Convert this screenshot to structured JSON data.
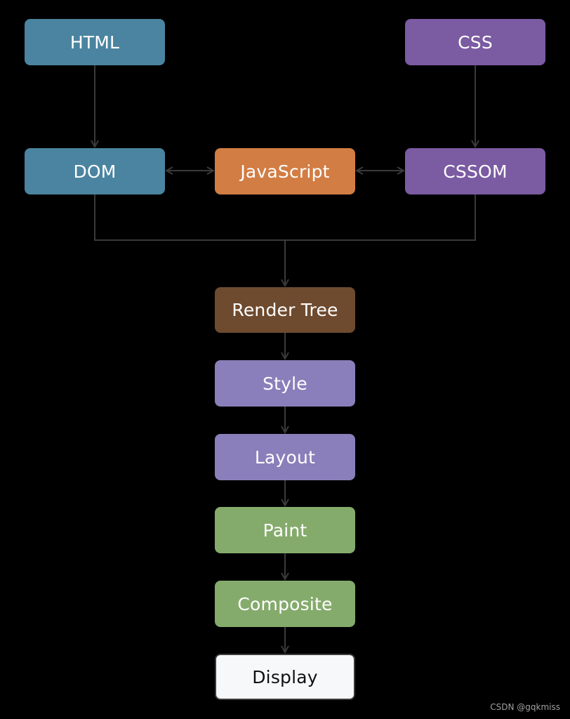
{
  "nodes": {
    "html": {
      "label": "HTML",
      "color": "#4a84a0"
    },
    "css": {
      "label": "CSS",
      "color": "#7b5ba2"
    },
    "dom": {
      "label": "DOM",
      "color": "#4a84a0"
    },
    "javascript": {
      "label": "JavaScript",
      "color": "#d27d44"
    },
    "cssom": {
      "label": "CSSOM",
      "color": "#7b5ba2"
    },
    "render_tree": {
      "label": "Render Tree",
      "color": "#6e4a2e"
    },
    "style": {
      "label": "Style",
      "color": "#8a7fba"
    },
    "layout": {
      "label": "Layout",
      "color": "#8a7fba"
    },
    "paint": {
      "label": "Paint",
      "color": "#85ab6c"
    },
    "composite": {
      "label": "Composite",
      "color": "#85ab6c"
    },
    "display": {
      "label": "Display",
      "color": "#f7f8fa",
      "text_color": "#111111"
    }
  },
  "connector_color": "#3a3a3a",
  "watermark": "CSDN @gqkmiss"
}
